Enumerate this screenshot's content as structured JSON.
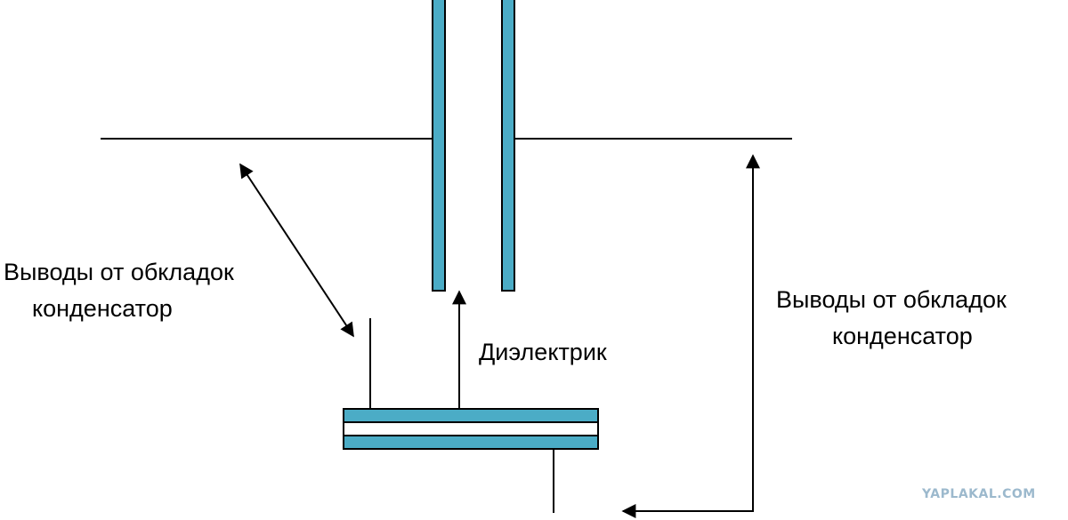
{
  "colors": {
    "plate": "#4BACC6",
    "line": "#000000",
    "watermark": "#9cb9cd"
  },
  "labels": {
    "left_leads_line1": "Выводы от обкладок",
    "left_leads_line2": "конденсатор",
    "right_leads_line1": "Выводы от обкладок",
    "right_leads_line2": "конденсатор",
    "dielectric": "Диэлектрик"
  },
  "watermark": "YAPLAKAL.COM"
}
